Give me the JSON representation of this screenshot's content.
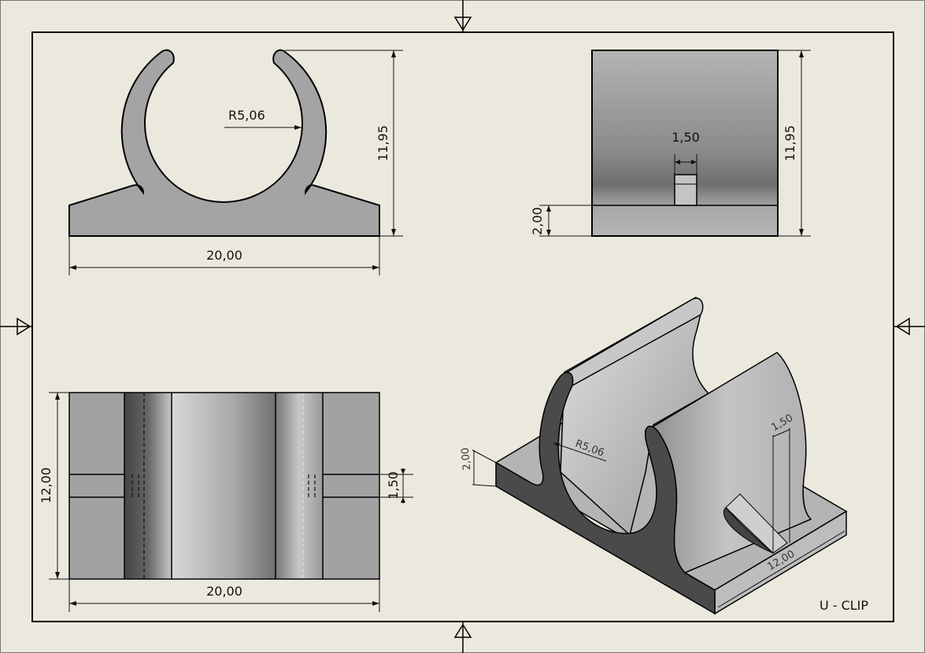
{
  "title": "U - CLIP",
  "front_view": {
    "radius": "R5,06",
    "height": "11,95",
    "width": "20,00"
  },
  "side_view": {
    "slot_width": "1,50",
    "height": "11,95",
    "base_height": "2,00"
  },
  "top_view": {
    "depth": "12,00",
    "width": "20,00",
    "slot_width": "1,50"
  },
  "iso_view": {
    "base_height": "2,00",
    "radius": "R5,06",
    "slot_width": "1,50",
    "depth": "12,00"
  },
  "colors": {
    "background": "#ebe9de",
    "part_face": "#a4a4a4",
    "section_dark": "#4a4a4a"
  }
}
